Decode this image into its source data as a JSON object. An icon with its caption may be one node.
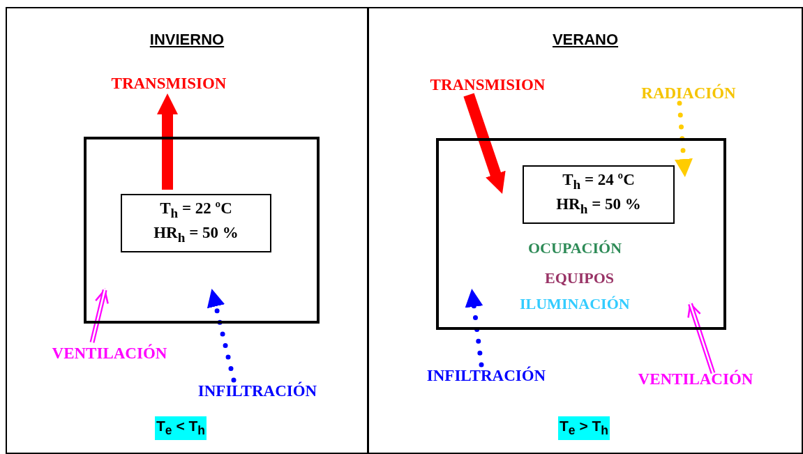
{
  "diagram": {
    "nodes": [
      {
        "text": [
          "INVIERNO"
        ]
      },
      {
        "text": [],
        "shape": "box",
        "in": 0
      },
      {
        "text": [
          "T$_{h}$ = 22 ºC HR$_{h}$ = 50 %"
        ],
        "in": 1
      },
      {
        "text": [
          "TRANSMISION"
        ],
        "in": 0
      },
      {
        "text": [
          "VENTILACIÓN"
        ],
        "in": 0
      },
      {
        "text": [
          "INFILTRACIÓN"
        ],
        "in": 0
      },
      {
        "text": [
          "VERANO"
        ]
      },
      {
        "text": [
          "TRANSMISION"
        ],
        "in": 6
      },
      {
        "text": [
          "RADIACIÓN"
        ],
        "in": 6
      },
      {
        "text": [],
        "shape": "box",
        "in": 6
      },
      {
        "text": [
          "T$_{h}$ = 24 ºC HR$_{h}$ = 50 %"
        ],
        "in": 9
      },
      {
        "text": [
          "INFILTRACIÓN"
        ],
        "in": 6
      },
      {
        "text": [
          "VENTILACIÓN"
        ],
        "in": 6
      }
    ],
    "edges": [
      {
        "from": 2,
        "to": 3,
        "arrow": "to",
        "style": "thick",
        "color": "#ff0000"
      },
      {
        "from": 4,
        "to": 1,
        "arrow": "to",
        "color": "#ff00ff"
      },
      {
        "from": 5,
        "to": 1,
        "arrow": "to",
        "style": "dashed",
        "color": "#0000ff"
      },
      {
        "from": 7,
        "to": 9,
        "arrow": "to",
        "style": "thick",
        "color": "#ff0000"
      },
      {
        "from": 8,
        "to": 9,
        "arrow": "to",
        "style": "dashed",
        "color": "#ffcc00"
      },
      {
        "from": 11,
        "to": 9,
        "arrow": "to",
        "style": "dashed",
        "color": "#0000ff"
      },
      {
        "from": 12,
        "to": 9,
        "arrow": "to",
        "color": "#ff00ff"
      }
    ],
    "labels": [
      "OCUPACIÓN",
      "EQUIPOS",
      "ILUMINACIÓN",
      "T$_{e}$ < T$_{h}$",
      "T$_{e}$ > T$_{h}$"
    ]
  }
}
